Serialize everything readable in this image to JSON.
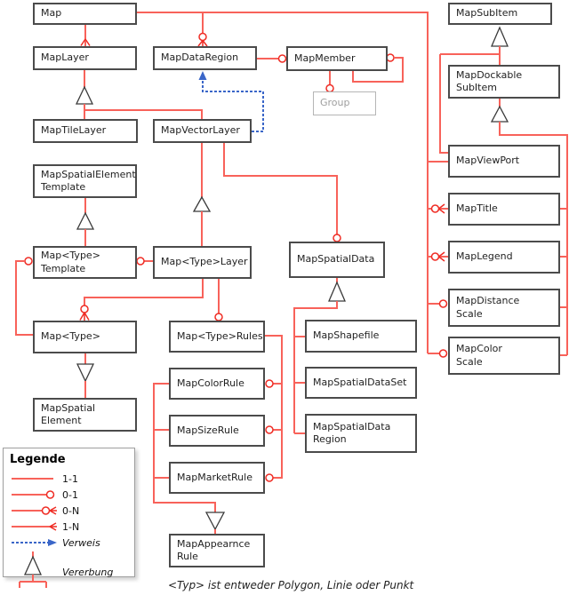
{
  "diagram": {
    "nodes": {
      "map": {
        "label": "Map"
      },
      "mapLayer": {
        "label": "MapLayer"
      },
      "mapDataRegion": {
        "label": "MapDataRegion"
      },
      "mapMember": {
        "label": "MapMember"
      },
      "group": {
        "label": "Group"
      },
      "mapTileLayer": {
        "label": "MapTileLayer"
      },
      "mapVectorLayer": {
        "label": "MapVectorLayer"
      },
      "mapSpatialElementTemplate": {
        "label": "MapSpatialElement\nTemplate"
      },
      "mapTypeTemplate": {
        "label": "Map<Type>\nTemplate"
      },
      "mapTypeLayer": {
        "label": "Map<Type>Layer"
      },
      "mapSpatialData": {
        "label": "MapSpatialData"
      },
      "mapType": {
        "label": "Map<Type>"
      },
      "mapTypeRules": {
        "label": "Map<Type>Rules"
      },
      "mapShapefile": {
        "label": "MapShapefile"
      },
      "mapSpatialElement": {
        "label": "MapSpatial\nElement"
      },
      "mapColorRule": {
        "label": "MapColorRule"
      },
      "mapSpatialDataSet": {
        "label": "MapSpatialDataSet"
      },
      "mapSizeRule": {
        "label": "MapSizeRule"
      },
      "mapSpatialDataRegion": {
        "label": "MapSpatialData\nRegion"
      },
      "mapMarketRule": {
        "label": "MapMarketRule"
      },
      "mapAppearnceRule": {
        "label": "MapAppearnce\nRule"
      },
      "mapSubItem": {
        "label": "MapSubItem"
      },
      "mapDockableSubItem": {
        "label": "MapDockable\nSubItem"
      },
      "mapViewPort": {
        "label": "MapViewPort"
      },
      "mapTitle": {
        "label": "MapTitle"
      },
      "mapLegend": {
        "label": "MapLegend"
      },
      "mapDistanceScale": {
        "label": "MapDistance\nScale"
      },
      "mapColorScale": {
        "label": "MapColor\nScale"
      }
    },
    "edges": [
      {
        "from": "Map",
        "to": "MapLayer",
        "type": "1-N"
      },
      {
        "from": "Map",
        "to": "MapDataRegion",
        "type": "0-N"
      },
      {
        "from": "Map",
        "to": "MapViewPort",
        "type": "1-1"
      },
      {
        "from": "Map",
        "to": "MapTitle",
        "type": "0-N"
      },
      {
        "from": "Map",
        "to": "MapLegend",
        "type": "0-N"
      },
      {
        "from": "Map",
        "to": "MapDistanceScale",
        "type": "0-1"
      },
      {
        "from": "Map",
        "to": "MapColorScale",
        "type": "0-1"
      },
      {
        "from": "MapDataRegion",
        "to": "MapMember",
        "type": "0-1"
      },
      {
        "from": "MapMember",
        "to": "MapMember",
        "type": "0-1"
      },
      {
        "from": "MapMember",
        "to": "Group",
        "type": "0-1"
      },
      {
        "from": "MapTileLayer",
        "to": "MapLayer",
        "type": "Vererbung"
      },
      {
        "from": "MapVectorLayer",
        "to": "MapLayer",
        "type": "Vererbung"
      },
      {
        "from": "MapVectorLayer",
        "to": "MapDataRegion",
        "type": "Verweis"
      },
      {
        "from": "MapVectorLayer",
        "to": "MapSpatialData",
        "type": "0-1"
      },
      {
        "from": "Map<Type>Layer",
        "to": "MapVectorLayer",
        "type": "Vererbung"
      },
      {
        "from": "Map<Type>Template",
        "to": "MapSpatialElementTemplate",
        "type": "Vererbung"
      },
      {
        "from": "Map<Type>",
        "to": "Map<Type>Template",
        "type": "0-1"
      },
      {
        "from": "Map<Type>Layer",
        "to": "Map<Type>Template",
        "type": "0-1"
      },
      {
        "from": "Map<Type>Layer",
        "to": "Map<Type>",
        "type": "0-N"
      },
      {
        "from": "Map<Type>Layer",
        "to": "Map<Type>Rules",
        "type": "0-1"
      },
      {
        "from": "Map<Type>",
        "to": "MapSpatialElement",
        "type": "Vererbung"
      },
      {
        "from": "Map<Type>Rules",
        "to": "MapColorRule",
        "type": "0-1"
      },
      {
        "from": "Map<Type>Rules",
        "to": "MapSizeRule",
        "type": "0-1"
      },
      {
        "from": "Map<Type>Rules",
        "to": "MapMarketRule",
        "type": "0-1"
      },
      {
        "from": "MapColorRule",
        "to": "MapAppearnceRule",
        "type": "Vererbung"
      },
      {
        "from": "MapSizeRule",
        "to": "MapAppearnceRule",
        "type": "Vererbung"
      },
      {
        "from": "MapMarketRule",
        "to": "MapAppearnceRule",
        "type": "Vererbung"
      },
      {
        "from": "MapShapefile",
        "to": "MapSpatialData",
        "type": "Vererbung"
      },
      {
        "from": "MapSpatialDataSet",
        "to": "MapSpatialData",
        "type": "Vererbung"
      },
      {
        "from": "MapSpatialDataRegion",
        "to": "MapSpatialData",
        "type": "Vererbung"
      },
      {
        "from": "MapDockableSubItem",
        "to": "MapSubItem",
        "type": "Vererbung"
      },
      {
        "from": "MapViewPort",
        "to": "MapSubItem",
        "type": "Vererbung"
      },
      {
        "from": "MapTitle",
        "to": "MapDockableSubItem",
        "type": "Vererbung"
      },
      {
        "from": "MapLegend",
        "to": "MapDockableSubItem",
        "type": "Vererbung"
      },
      {
        "from": "MapDistanceScale",
        "to": "MapDockableSubItem",
        "type": "Vererbung"
      },
      {
        "from": "MapColorScale",
        "to": "MapDockableSubItem",
        "type": "Vererbung"
      }
    ],
    "caption": "<Typ> ist entweder Polygon, Linie oder Punkt"
  },
  "legend": {
    "title": "Legende",
    "items": [
      {
        "symbol": "line-1-1",
        "label": "1-1"
      },
      {
        "symbol": "line-0-1",
        "label": "0-1"
      },
      {
        "symbol": "line-0-N",
        "label": "0-N"
      },
      {
        "symbol": "line-1-N",
        "label": "1-N"
      },
      {
        "symbol": "reference-arrow",
        "label": "Verweis"
      },
      {
        "symbol": "inheritance-triangle",
        "label": "Vererbung"
      }
    ]
  },
  "colors": {
    "relation": "#f8625a",
    "marker": "#ef2c24",
    "reference": "#3a66c8",
    "boxBorder": "#4b4b4b",
    "grayBox": "#b5b5b5"
  }
}
